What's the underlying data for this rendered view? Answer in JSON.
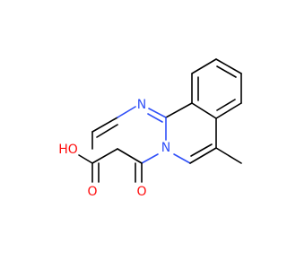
{
  "molecule": {
    "atoms": {
      "n1": {
        "symbol": "N",
        "color": "#3050f8"
      },
      "n2": {
        "symbol": "N",
        "color": "#3050f8"
      },
      "o_carbonyl": {
        "symbol": "O",
        "color": "#ff0d0d"
      },
      "o_acid_double": {
        "symbol": "O",
        "color": "#ff0d0d"
      },
      "o_acid_hydroxyl": {
        "symbol": "HO",
        "color": "#ff0d0d"
      }
    },
    "substituents": [
      "carboxylic-acid",
      "oxo",
      "methyl"
    ],
    "bond_color": "#000000",
    "background": "#ffffff"
  }
}
